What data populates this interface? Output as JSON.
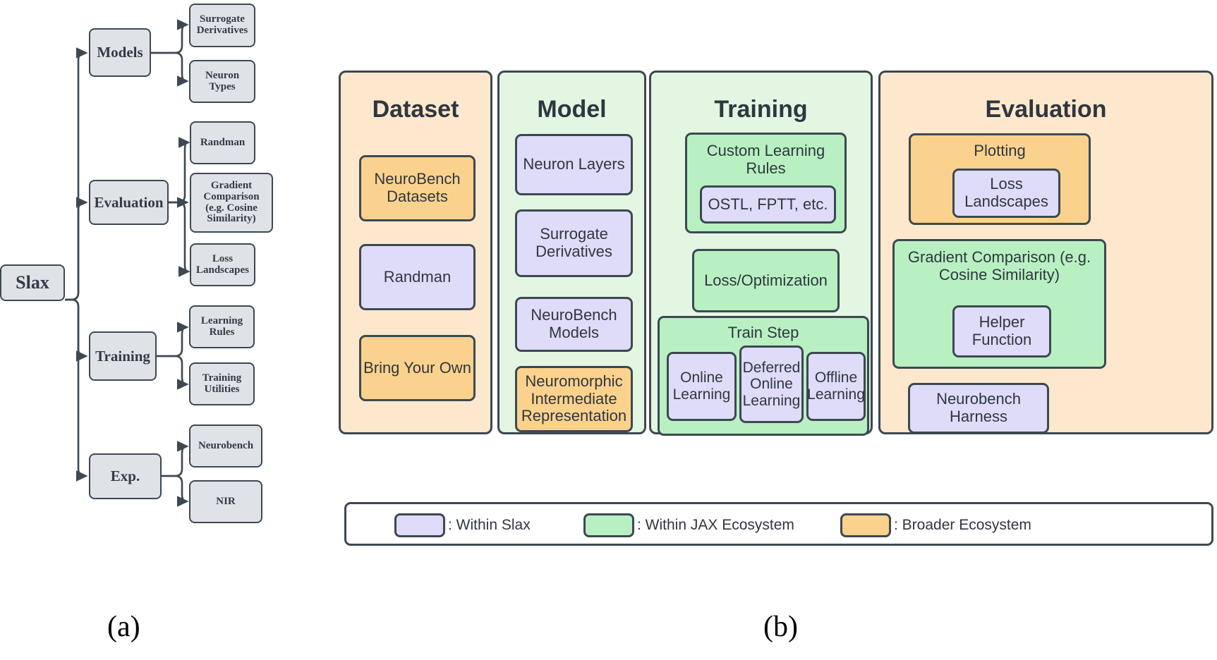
{
  "figure": {
    "caption_a": "(a)",
    "caption_b": "(b)"
  },
  "panel_a": {
    "root": "Slax",
    "branches": [
      {
        "name": "Models",
        "children": [
          "Surrogate Derivatives",
          "Neuron Types"
        ]
      },
      {
        "name": "Evaluation",
        "children": [
          "Randman",
          "Gradient Comparison (e.g. Cosine Similarity)",
          "Loss Landscapes"
        ]
      },
      {
        "name": "Training",
        "children": [
          "Learning Rules",
          "Training Utilities"
        ]
      },
      {
        "name": "Exp.",
        "children": [
          "Neurobench",
          "NIR"
        ]
      }
    ]
  },
  "panel_b": {
    "columns": [
      {
        "title": "Dataset",
        "theme": "broader",
        "items": [
          {
            "label": "NeuroBench Datasets",
            "theme": "broader"
          },
          {
            "label": "Randman",
            "theme": "slax"
          },
          {
            "label": "Bring Your Own",
            "theme": "broader"
          }
        ]
      },
      {
        "title": "Model",
        "theme": "jax",
        "items": [
          {
            "label": "Neuron Layers",
            "theme": "slax"
          },
          {
            "label": "Surrogate Derivatives",
            "theme": "slax"
          },
          {
            "label": "NeuroBench Models",
            "theme": "slax"
          },
          {
            "label": "Neuromorphic Intermediate Representation",
            "theme": "broader"
          }
        ]
      },
      {
        "title": "Training",
        "theme": "jax",
        "groups": [
          {
            "label": "Custom Learning Rules",
            "theme": "jax",
            "items": [
              {
                "label": "OSTL, FPTT, etc.",
                "theme": "slax"
              }
            ]
          },
          {
            "label": "Loss/Optimization",
            "theme": "jax",
            "items": []
          },
          {
            "label": "Train Step",
            "theme": "jax",
            "items": [
              {
                "label": "Online Learning",
                "theme": "slax"
              },
              {
                "label": "Deferred Online Learning",
                "theme": "slax"
              },
              {
                "label": "Offline Learning",
                "theme": "slax"
              }
            ]
          }
        ]
      },
      {
        "title": "Evaluation",
        "theme": "broader",
        "groups": [
          {
            "label": "Plotting",
            "theme": "broader",
            "items": [
              {
                "label": "Loss Landscapes",
                "theme": "slax"
              }
            ]
          },
          {
            "label": "Gradient Comparison (e.g. Cosine Similarity)",
            "theme": "jax",
            "items": [
              {
                "label": "Helper Function",
                "theme": "slax"
              }
            ]
          },
          {
            "label": "Neurobench Harness",
            "theme": "slax",
            "bare": true,
            "items": []
          }
        ]
      }
    ]
  },
  "legend": {
    "entries": [
      {
        "label": ": Within Slax",
        "theme": "slax"
      },
      {
        "label": ": Within JAX Ecosystem",
        "theme": "jax"
      },
      {
        "label": ": Broader Ecosystem",
        "theme": "broader"
      }
    ]
  },
  "colors": {
    "slax_fill": "#dedcf8",
    "jax_fill": "#b9f0c2",
    "jax_col_fill": "#e2f6e2",
    "broader_fill": "#fbd28d",
    "broader_col_fill": "#fde8cd",
    "border": "#3d4852",
    "tree_fill": "#dfe3e8",
    "text": "#2f3640"
  }
}
